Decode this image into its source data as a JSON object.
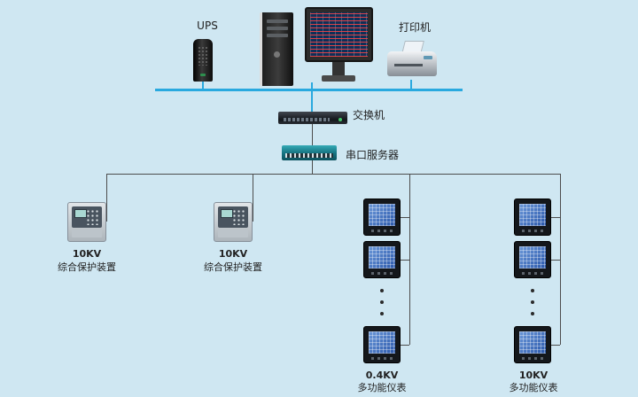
{
  "nodes": {
    "ups": {
      "label": "UPS"
    },
    "printer": {
      "label": "打印机"
    },
    "switch": {
      "label": "交换机"
    },
    "serial_server": {
      "label": "串口服务器"
    },
    "protection_a": {
      "kv": "10KV",
      "name": "综合保护装置"
    },
    "protection_b": {
      "kv": "10KV",
      "name": "综合保护装置"
    },
    "meters_a": {
      "kv": "0.4KV",
      "name": "多功能仪表"
    },
    "meters_b": {
      "kv": "10KV",
      "name": "多功能仪表"
    }
  },
  "colors": {
    "background": "#cfe7f2",
    "bus_line": "#29a9df",
    "wire_line": "#4d4d4d",
    "serial_server_body": "#1b7f8c",
    "meter_screen": "#3b6fc4"
  }
}
